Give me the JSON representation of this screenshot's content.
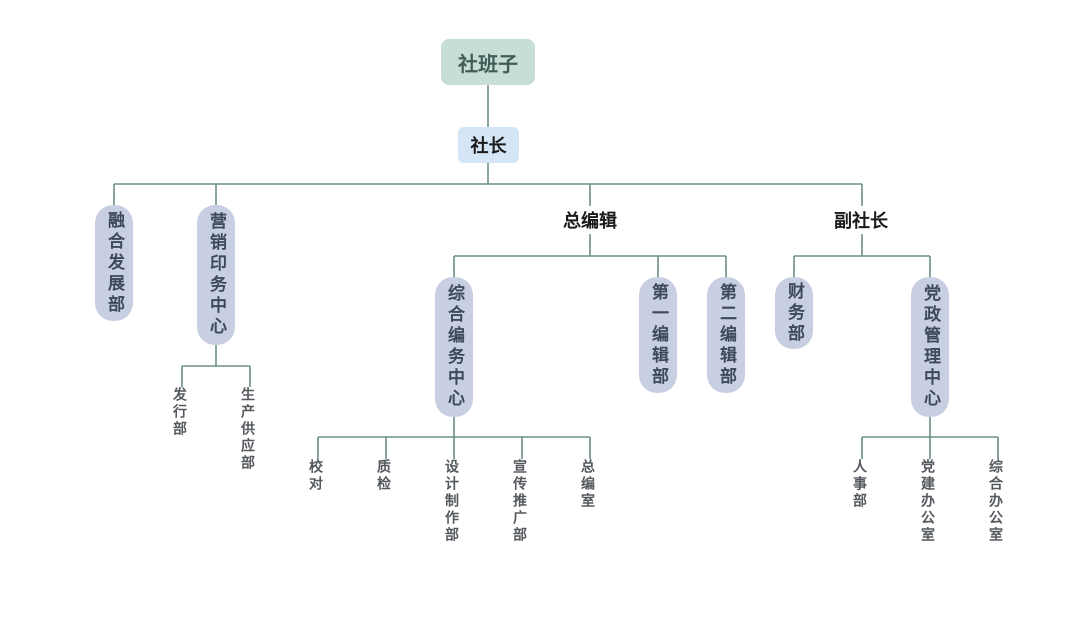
{
  "root": "社班子",
  "head": "社长",
  "branches": {
    "chief_editor": "总编辑",
    "deputy_director": "副社长"
  },
  "units": {
    "fusion_dev": "融合发展部",
    "marketing_print": "营销印务中心",
    "general_edit": "综合编务中心",
    "edit_1": "第一编辑部",
    "edit_2": "第二编辑部",
    "finance": "财务部",
    "party_admin": "党政管理中心"
  },
  "leaves": {
    "distribution": "发行部",
    "production": "生产供应部",
    "proofread": "校对",
    "qc": "质检",
    "design": "设计制作部",
    "promo": "宣传推广部",
    "gen_office": "总编室",
    "hr": "人事部",
    "party_office": "党建办公室",
    "gen_admin": "综合办公室"
  },
  "colors": {
    "line": "#6b8f87",
    "root_bg": "#c7ded6",
    "head_bg": "#d4e5f6",
    "pill_bg": "#c8cfe3"
  }
}
